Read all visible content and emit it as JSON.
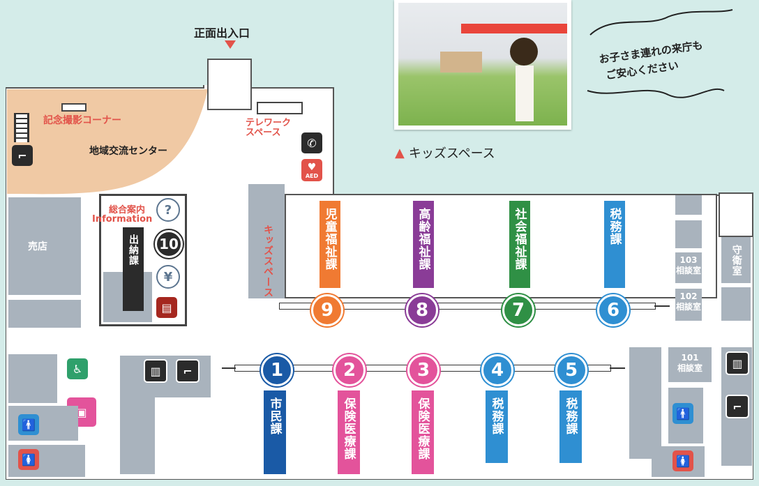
{
  "entrance": {
    "label": "正面出入口"
  },
  "bubble": {
    "line1": "お子さま連れの来庁も",
    "line2": "ご安心ください"
  },
  "photo": {
    "caption": "キッズスペース",
    "caption_mark": "▲"
  },
  "areas": {
    "memorial": "記念撮影コーナー",
    "community": "地域交流センター",
    "telework": "テレワーク\nスペース",
    "shop": "売店",
    "info": "総合案内",
    "info_en": "Information",
    "cashier": "出納課",
    "kids": "キッズスペース",
    "guard": "守衛室",
    "consult_103_num": "103",
    "consult_102_num": "102",
    "consult_101_num": "101",
    "consult_label": "相談室",
    "aed": "AED"
  },
  "counters_top": [
    {
      "num": "9",
      "label": "児童福祉課",
      "color": "#f07a32"
    },
    {
      "num": "8",
      "label": "高齢福祉課",
      "color": "#8a3c97"
    },
    {
      "num": "7",
      "label": "社会福祉課",
      "color": "#2f9045"
    },
    {
      "num": "6",
      "label": "税務課",
      "color": "#2f8fd2"
    }
  ],
  "counters_bottom": [
    {
      "num": "1",
      "label": "市民課",
      "color": "#1a5aa6"
    },
    {
      "num": "2",
      "label": "保険医療課",
      "color": "#e3539b"
    },
    {
      "num": "3",
      "label": "保険医療課",
      "color": "#e3539b"
    },
    {
      "num": "4",
      "label": "税務課",
      "color": "#2f8fd2"
    },
    {
      "num": "5",
      "label": "税務課",
      "color": "#2f8fd2"
    }
  ],
  "info_icons": {
    "question": "?",
    "ten": "10",
    "yen": "¥"
  },
  "colors": {
    "map_bg": "#d4ece9",
    "room": "#a9b3bd",
    "community": "#f0c9a4",
    "accent_red": "#e2534a",
    "stairs": "#2b2b2b"
  }
}
